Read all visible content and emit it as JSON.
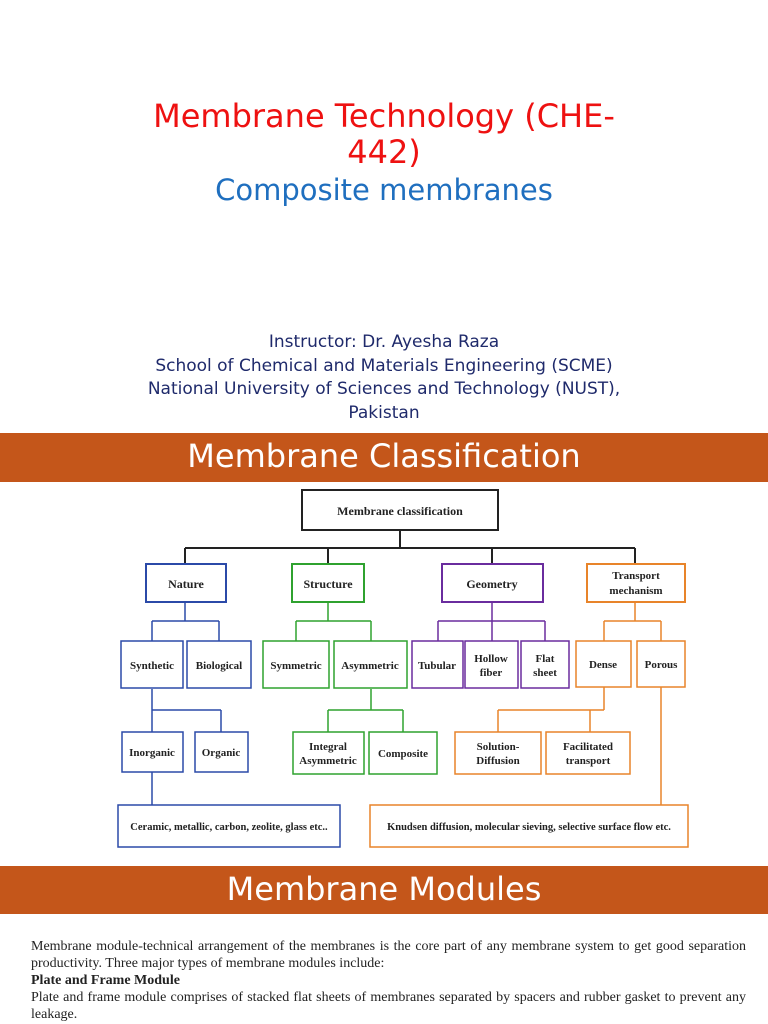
{
  "title": {
    "line1": "Membrane Technology (CHE-",
    "line2": "442)",
    "subtitle": "Composite membranes"
  },
  "instructor": {
    "name": "Instructor: Dr. Ayesha Raza",
    "school": "School of Chemical and Materials Engineering (SCME)",
    "university_line1": "National University of Sciences and Technology (NUST),",
    "university_line2": "Pakistan"
  },
  "section1": {
    "heading": "Membrane Classification"
  },
  "diagram": {
    "root": "Membrane classification",
    "nature": "Nature",
    "structure": "Structure",
    "geometry": "Geometry",
    "transport_line1": "Transport",
    "transport_line2": "mechanism",
    "synthetic": "Synthetic",
    "biological": "Biological",
    "symmetric": "Symmetric",
    "asymmetric": "Asymmetric",
    "tubular": "Tubular",
    "hollow_line1": "Hollow",
    "hollow_line2": "fiber",
    "flat_line1": "Flat",
    "flat_line2": "sheet",
    "dense": "Dense",
    "porous": "Porous",
    "inorganic": "Inorganic",
    "organic": "Organic",
    "integral_line1": "Integral",
    "integral_line2": "Asymmetric",
    "composite": "Composite",
    "solution_line1": "Solution-",
    "solution_line2": "Diffusion",
    "facilitated_line1": "Facilitated",
    "facilitated_line2": "transport",
    "ceramic": "Ceramic, metallic, carbon, zeolite, glass etc..",
    "knudsen": "Knudsen diffusion, molecular sieving, selective surface flow etc.",
    "colors": {
      "root": "#222222",
      "nature": "#2b4aa8",
      "structure": "#2fa22f",
      "geometry": "#6a2c9e",
      "transport": "#e8842a"
    }
  },
  "section2": {
    "heading": "Membrane Modules"
  },
  "body": {
    "para1": "Membrane module-technical arrangement of the membranes is the core part of any membrane system to get good separation productivity. Three major types of membrane modules include:",
    "heading": "Plate and Frame Module",
    "para2": "Plate and frame module comprises of stacked flat sheets of membranes separated by spacers and rubber gasket to prevent any leakage."
  },
  "colors": {
    "title": "#ee1111",
    "subtitle": "#1f6fbf",
    "instructor": "#1f2a6b",
    "banner": "#c4561a"
  }
}
